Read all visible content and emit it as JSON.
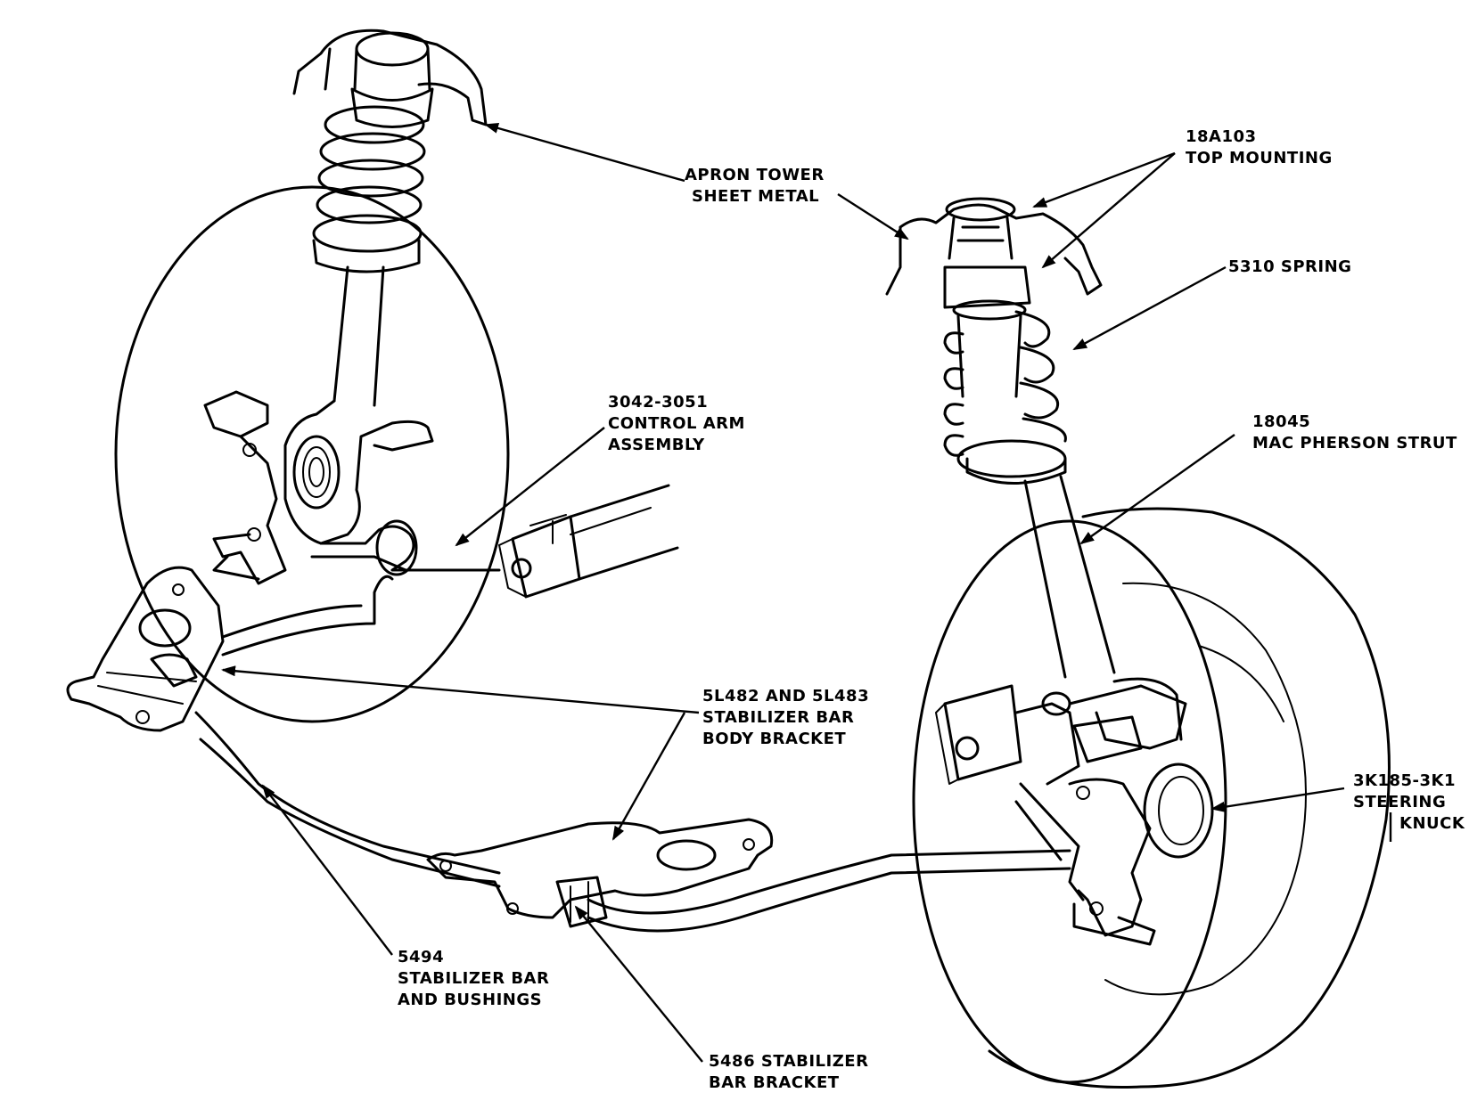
{
  "labels": {
    "apron_tower": [
      "APRON TOWER",
      "SHEET METAL"
    ],
    "top_mounting": [
      "18A103",
      "TOP MOUNTING"
    ],
    "spring": [
      "5310 SPRING"
    ],
    "control_arm": [
      "3042-3051",
      "CONTROL ARM",
      "ASSEMBLY"
    ],
    "strut": [
      "18045",
      "MAC PHERSON STRUT"
    ],
    "body_bracket": [
      "5L482 AND 5L483",
      "STABILIZER BAR",
      "BODY BRACKET"
    ],
    "steering_knuckle": [
      "3K185-3K1",
      "STEERING",
      "KNUCK"
    ],
    "stabilizer_bar": [
      "5494",
      "STABILIZER BAR",
      "AND BUSHINGS"
    ],
    "bar_bracket": [
      "5486 STABILIZER",
      "BAR BRACKET"
    ]
  }
}
